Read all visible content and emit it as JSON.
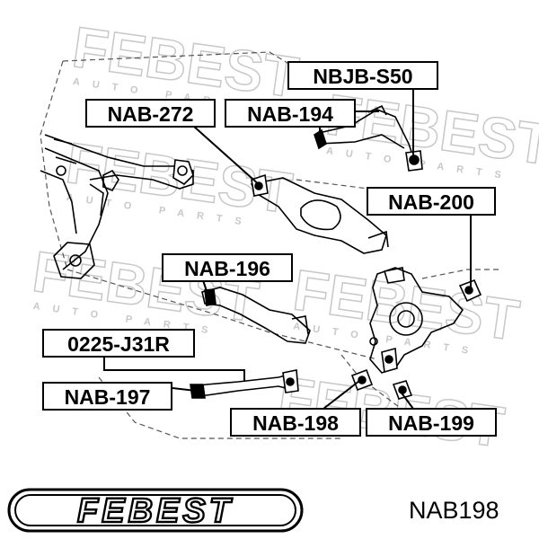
{
  "watermark": {
    "brand": "FEBEST",
    "sub": "AUTO PARTS"
  },
  "callouts": {
    "nbjb_s50": "NBJB-S50",
    "nab_272": "NAB-272",
    "nab_194": "NAB-194",
    "nab_200": "NAB-200",
    "nab_196": "NAB-196",
    "code_0225": "0225-J31R",
    "nab_197": "NAB-197",
    "nab_198": "NAB-198",
    "nab_199": "NAB-199"
  },
  "footer": {
    "brand": "FEBEST",
    "part_number": "NAB198"
  }
}
